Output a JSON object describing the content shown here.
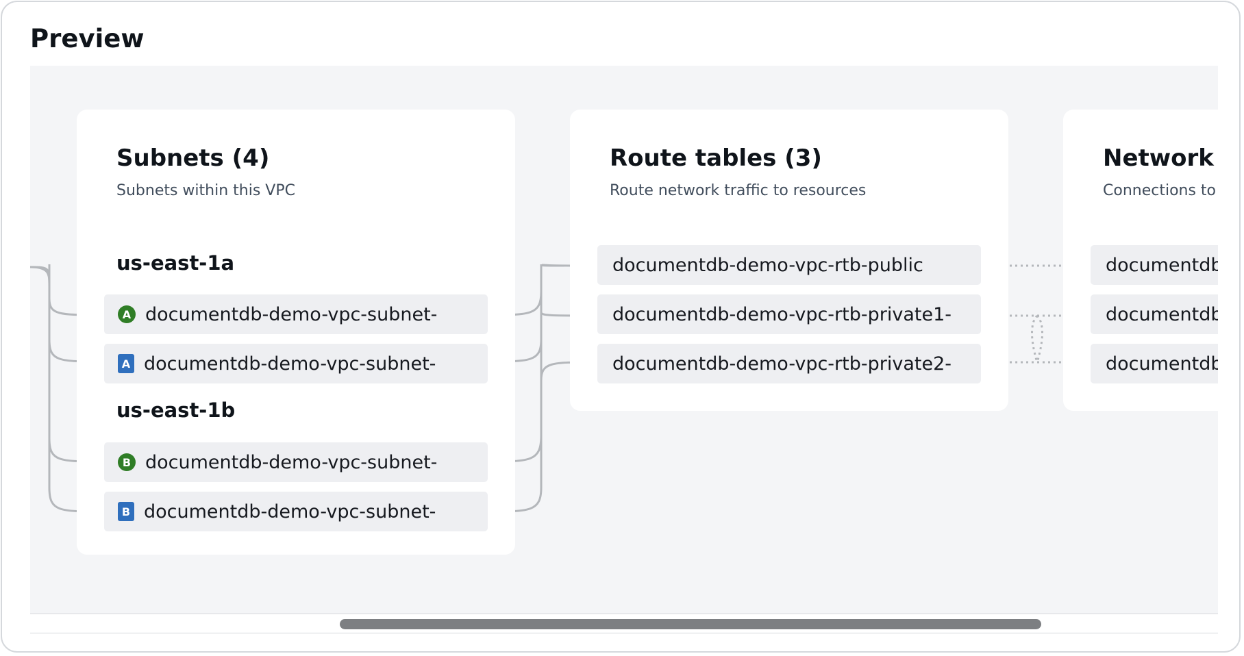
{
  "preview": {
    "title": "Preview"
  },
  "subnets": {
    "title": "Subnets (4)",
    "description": "Subnets within this VPC",
    "zones": [
      {
        "name": "us-east-1a",
        "items": [
          {
            "label": "documentdb-demo-vpc-subnet-",
            "badge": "A",
            "type": "public"
          },
          {
            "label": "documentdb-demo-vpc-subnet-",
            "badge": "A",
            "type": "private"
          }
        ]
      },
      {
        "name": "us-east-1b",
        "items": [
          {
            "label": "documentdb-demo-vpc-subnet-",
            "badge": "B",
            "type": "public"
          },
          {
            "label": "documentdb-demo-vpc-subnet-",
            "badge": "B",
            "type": "private"
          }
        ]
      }
    ]
  },
  "route_tables": {
    "title": "Route tables (3)",
    "description": "Route network traffic to resources",
    "items": [
      {
        "label": "documentdb-demo-vpc-rtb-public"
      },
      {
        "label": "documentdb-demo-vpc-rtb-private1-"
      },
      {
        "label": "documentdb-demo-vpc-rtb-private2-"
      }
    ]
  },
  "network_connections": {
    "title": "Network c",
    "description": "Connections to",
    "items": [
      {
        "label": "documentdb"
      },
      {
        "label": "documentdb"
      },
      {
        "label": "documentdb"
      }
    ]
  },
  "colors": {
    "public_badge": "#2f7d26",
    "private_badge": "#2f6fbd",
    "connector": "#b4b7bb",
    "canvas_bg": "#f4f5f7"
  }
}
